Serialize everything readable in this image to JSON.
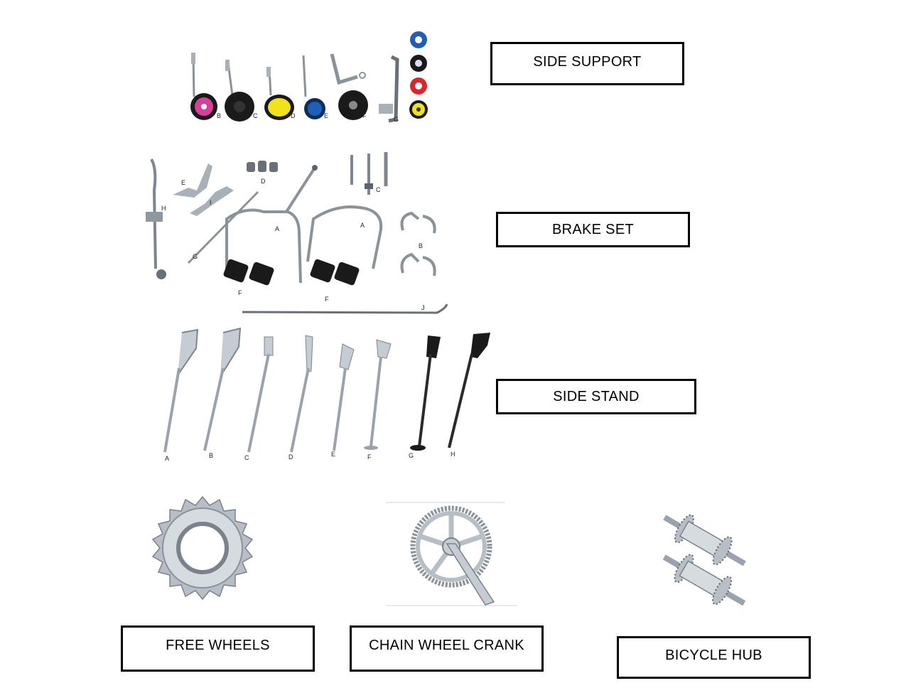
{
  "labels": {
    "side_support": "SIDE SUPPORT",
    "brake_set": "BRAKE SET",
    "side_stand": "SIDE STAND",
    "free_wheels": "FREE WHEELS",
    "chain_wheel_crank": "CHAIN WHEEL CRANK",
    "bicycle_hub": "BICYCLE HUB"
  },
  "side_support_letters": [
    "B",
    "C",
    "D",
    "E",
    "F",
    "G"
  ],
  "brake_set_letters": [
    "A",
    "A",
    "B",
    "C",
    "D",
    "E",
    "F",
    "F",
    "G",
    "H",
    "I",
    "J"
  ],
  "side_stand_letters": [
    "A",
    "B",
    "C",
    "D",
    "E",
    "F",
    "G",
    "H"
  ],
  "colors": {
    "wheel_pink": "#d6409a",
    "wheel_black": "#1a1a1a",
    "wheel_yellow": "#f2e21b",
    "wheel_blue": "#1f5fb5",
    "wheel_red": "#d9262a",
    "metal": "#9aa3ad",
    "metal_dark": "#5c646d"
  }
}
